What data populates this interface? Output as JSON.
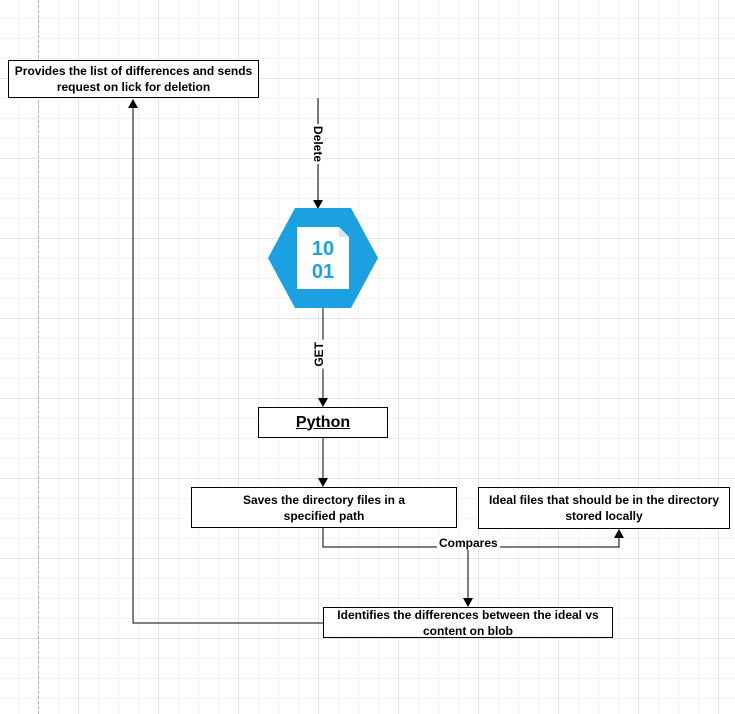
{
  "nodes": {
    "frontend": "Provides the list of differences and sends request on lick for deletion",
    "blob_icon_line1": "10",
    "blob_icon_line2": "01",
    "python": "Python",
    "saves": "Saves the directory files in a specified path",
    "ideal": "Ideal files that should be in the directory stored locally",
    "identifies": "Identifies the differences between the ideal vs content on blob"
  },
  "edges": {
    "delete": "Delete",
    "get": "GET",
    "compares": "Compares"
  },
  "colors": {
    "blob_hexagon": "#1BA1E2",
    "blob_document": "#ffffff",
    "blob_digits": "#1BA1E2",
    "edges": "#000000"
  },
  "icons": {
    "blob": "azure-blob-storage-icon"
  }
}
